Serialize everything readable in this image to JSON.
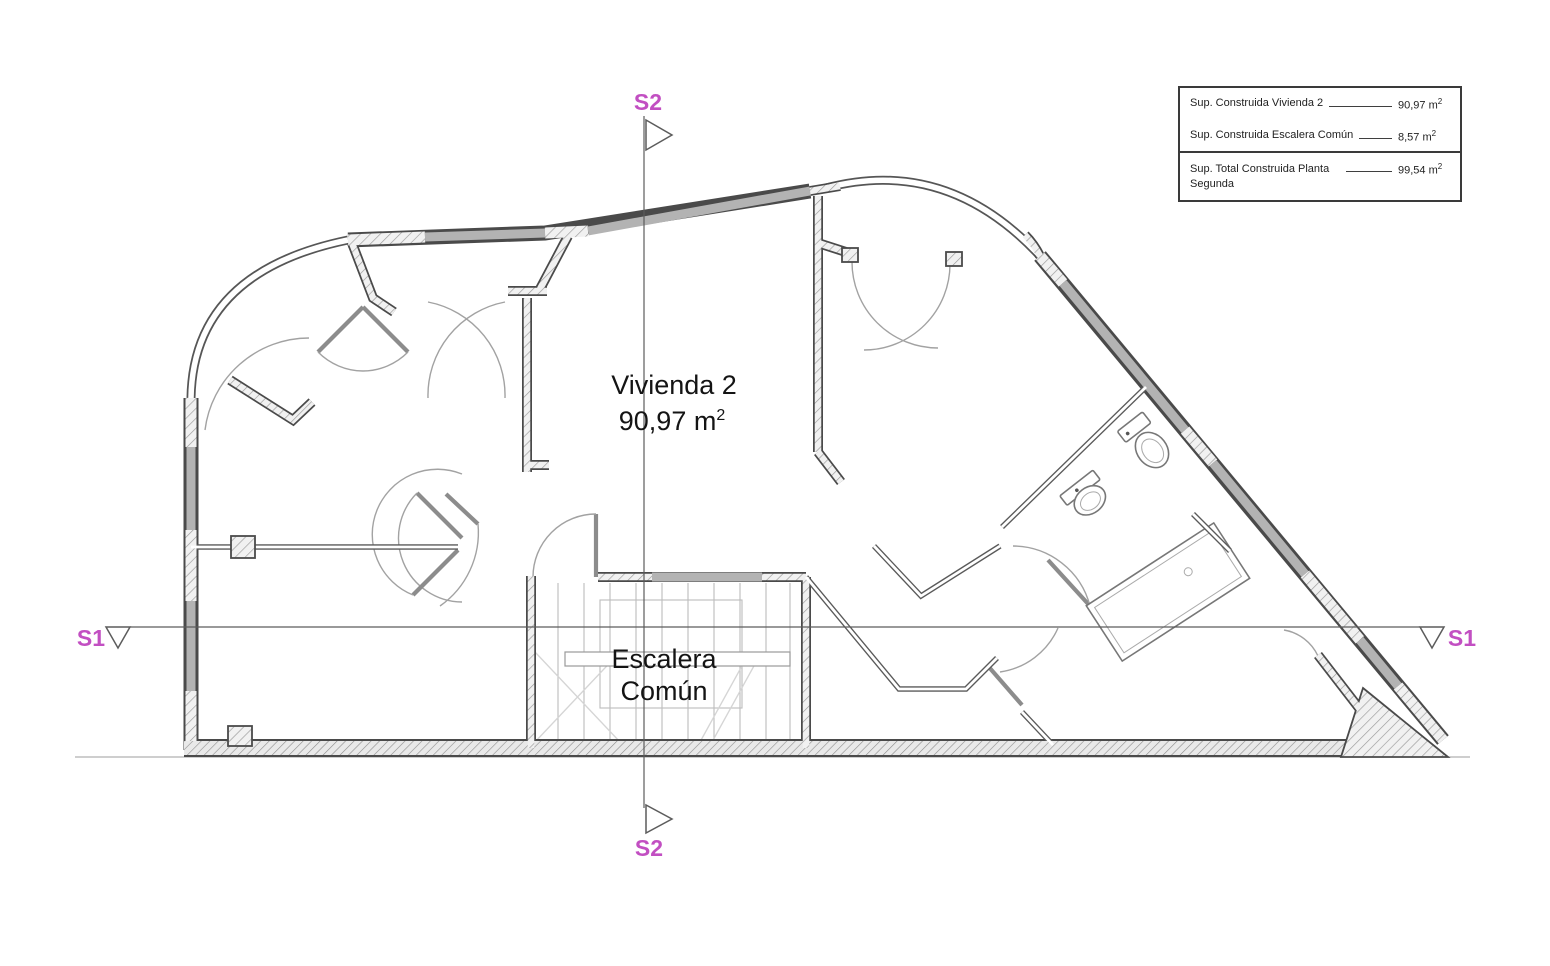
{
  "plan": {
    "rooms": {
      "vivienda": {
        "name": "Vivienda 2",
        "area_value": "90,97 m",
        "area_sup": "2"
      },
      "escalera": {
        "line1": "Escalera",
        "line2": "Común"
      }
    },
    "section_markers": {
      "s1": "S1",
      "s2": "S2"
    },
    "colors": {
      "section_label": "#c24fc2",
      "wall_outline": "#4a4a4a",
      "glazing": "#b3b3b3",
      "hatch_line": "#9a9a9a"
    }
  },
  "legend": {
    "rows": [
      {
        "label": "Sup. Construida Vivienda 2",
        "value": "90,97 m",
        "sup": "2"
      },
      {
        "label": "Sup. Construida Escalera Común",
        "value": "8,57 m",
        "sup": "2"
      },
      {
        "label": "Sup. Total Construida Planta Segunda",
        "value": "99,54 m",
        "sup": "2"
      }
    ]
  }
}
